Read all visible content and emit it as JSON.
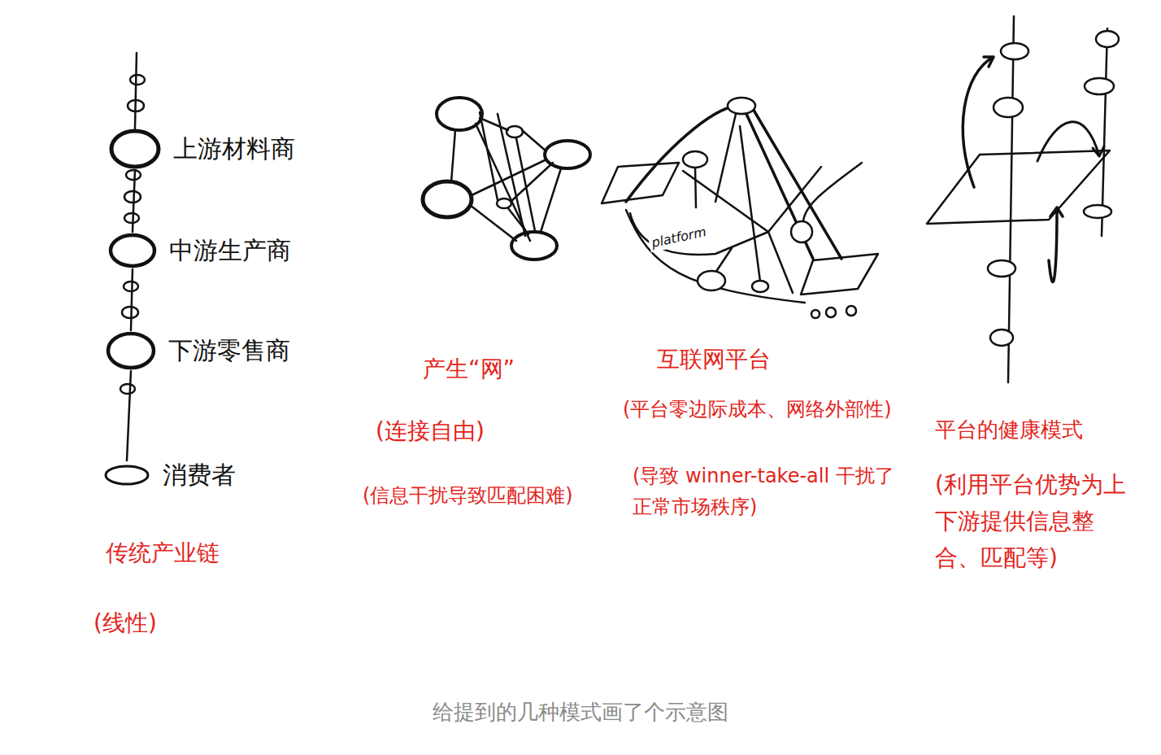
{
  "diagram": {
    "caption": "给提到的几种模式画了个示意图",
    "nodes": [
      {
        "text": [
          "上游材料商"
        ]
      },
      {
        "text": [
          "中游生产商"
        ]
      },
      {
        "text": [
          "下游零售商"
        ]
      },
      {
        "text": [
          "消费者"
        ]
      }
    ],
    "edges": [
      {
        "from": 0,
        "to": 1,
        "arrow": "none"
      },
      {
        "from": 1,
        "to": 2,
        "arrow": "none"
      },
      {
        "from": 2,
        "to": 3,
        "arrow": "none"
      }
    ],
    "labels": [
      "传统产业链",
      "(线性)",
      "产生“网”",
      "(连接自由)",
      "(信息干扰导致匹配困难)",
      "platform",
      "互联网平台",
      "(平台零边际成本、网络外部性)",
      "(导致 winner-take-all 干扰了正常市场秩序)",
      "平台的健康模式",
      "(利用平台优势为上下游提供信息整合、匹配等)"
    ]
  }
}
